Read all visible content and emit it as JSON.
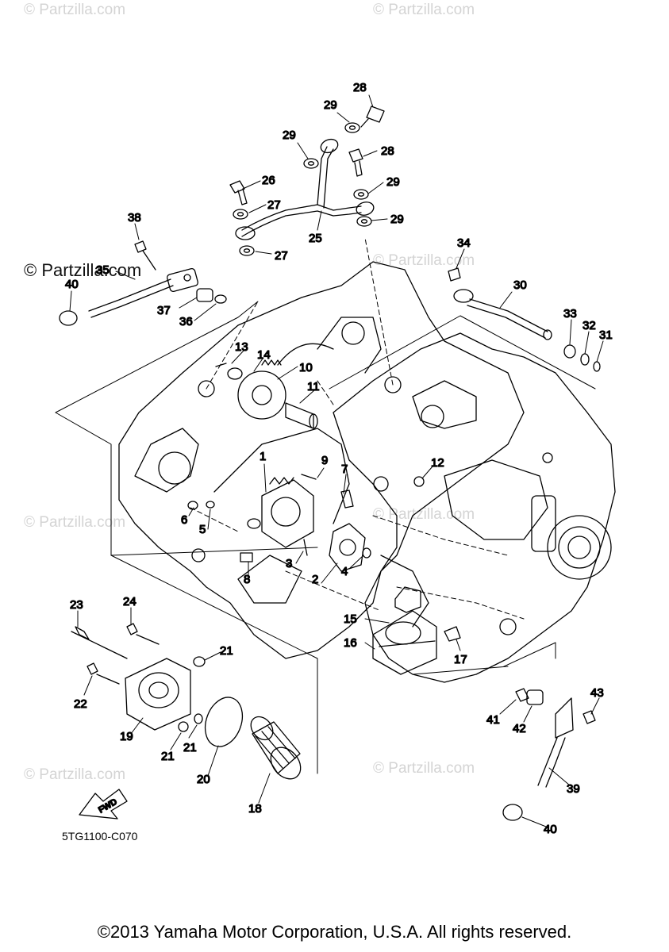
{
  "watermarks": {
    "top_left": "© Partzilla.com",
    "top_right": "© Partzilla.com",
    "upper_left": "© Partzilla.com",
    "upper_mid": "© Partzilla.com",
    "mid_left": "© Partzilla.com",
    "mid_mid": "© Partzilla.com",
    "lower_left": "© Partzilla.com",
    "lower_right": "© Partzilla.com"
  },
  "diagram_code": "5TG1100-C070",
  "fwd_label": "FWD",
  "copyright": "©2013 Yamaha Motor Corporation, U.S.A. All rights reserved.",
  "callouts": {
    "c1": "1",
    "c2": "2",
    "c3": "3",
    "c4": "4",
    "c5": "5",
    "c6": "6",
    "c7": "7",
    "c8": "8",
    "c9": "9",
    "c10": "10",
    "c11": "11",
    "c12": "12",
    "c13": "13",
    "c14": "14",
    "c15": "15",
    "c16": "16",
    "c17": "17",
    "c18": "18",
    "c19": "19",
    "c20": "20",
    "c21a": "21",
    "c21b": "21",
    "c21c": "21",
    "c22": "22",
    "c23": "23",
    "c24": "24",
    "c25": "25",
    "c26": "26",
    "c27a": "27",
    "c27b": "27",
    "c28a": "28",
    "c28b": "28",
    "c29a": "29",
    "c29b": "29",
    "c29c": "29",
    "c29d": "29",
    "c30": "30",
    "c31": "31",
    "c32": "32",
    "c33": "33",
    "c34": "34",
    "c35": "35",
    "c36": "36",
    "c37": "37",
    "c38": "38",
    "c39": "39",
    "c40a": "40",
    "c40b": "40",
    "c41": "41",
    "c42": "42",
    "c43": "43"
  }
}
